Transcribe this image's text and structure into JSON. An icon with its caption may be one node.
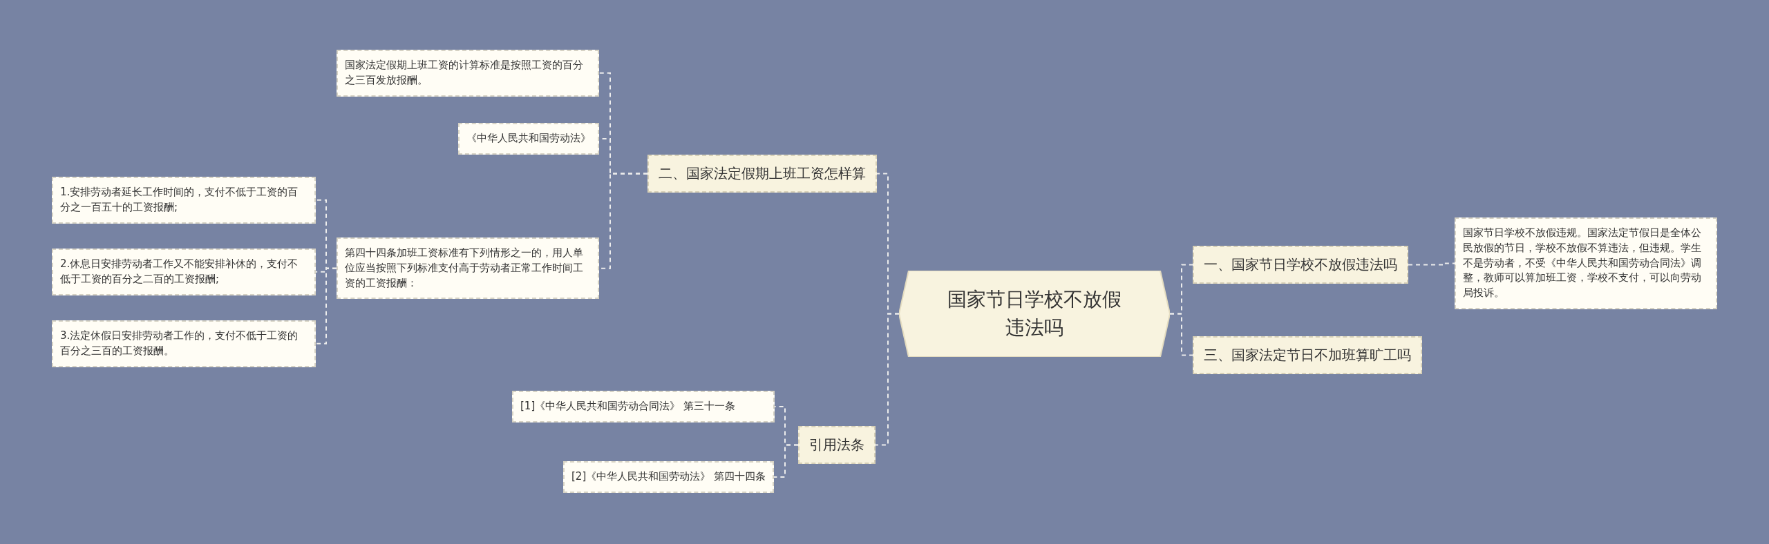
{
  "diagram": {
    "nodes": [
      {
        "text": [
          "国家节日学校不放假违法吗"
        ]
      },
      {
        "text": [
          "一、国家节日学校不放假违法吗"
        ]
      },
      {
        "text": [
          "国家节日学校不放假违规。国家法定节假日是全体公民放假的节日，学校不放假不算违法，但违规。学生不是劳动者，不受《中华人民共和国劳动合同法》调整，教师可以算加班工资，学校不支付，可以向劳动局投诉。"
        ]
      },
      {
        "text": [
          "三、国家法定节日不加班算旷工吗"
        ]
      },
      {
        "text": [
          "二、国家法定假期上班工资怎样算"
        ]
      },
      {
        "text": [
          "国家法定假期上班工资的计算标准是按照工资的百分之三百发放报酬。"
        ]
      },
      {
        "text": [
          "《中华人民共和国劳动法》"
        ]
      },
      {
        "text": [
          "第四十四条加班工资标准有下列情形之一的，用人单位应当按照下列标准支付高于劳动者正常工作时间工资的工资报酬："
        ]
      },
      {
        "text": [
          "1.安排劳动者延长工作时间的，支付不低于工资的百分之一百五十的工资报酬;"
        ]
      },
      {
        "text": [
          "2.休息日安排劳动者工作又不能安排补休的，支付不低于工资的百分之二百的工资报酬;"
        ]
      },
      {
        "text": [
          "3.法定休假日安排劳动者工作的，支付不低于工资的百分之三百的工资报酬。"
        ]
      },
      {
        "text": [
          "引用法条"
        ]
      },
      {
        "text": [
          "[1]《中华人民共和国劳动合同法》 第三十一条"
        ]
      },
      {
        "text": [
          "[2]《中华人民共和国劳动法》 第四十四条"
        ]
      }
    ],
    "edges": [
      {
        "from": 0,
        "to": 1,
        "arrow": "none"
      },
      {
        "from": 1,
        "to": 2,
        "arrow": "none"
      },
      {
        "from": 0,
        "to": 3,
        "arrow": "none"
      },
      {
        "from": 0,
        "to": 4,
        "arrow": "none"
      },
      {
        "from": 4,
        "to": 5,
        "arrow": "none"
      },
      {
        "from": 4,
        "to": 6,
        "arrow": "none"
      },
      {
        "from": 4,
        "to": 7,
        "arrow": "none"
      },
      {
        "from": 7,
        "to": 8,
        "arrow": "none"
      },
      {
        "from": 7,
        "to": 9,
        "arrow": "none"
      },
      {
        "from": 7,
        "to": 10,
        "arrow": "none"
      },
      {
        "from": 0,
        "to": 11,
        "arrow": "none"
      },
      {
        "from": 11,
        "to": 12,
        "arrow": "none"
      },
      {
        "from": 11,
        "to": 13,
        "arrow": "none"
      }
    ]
  }
}
